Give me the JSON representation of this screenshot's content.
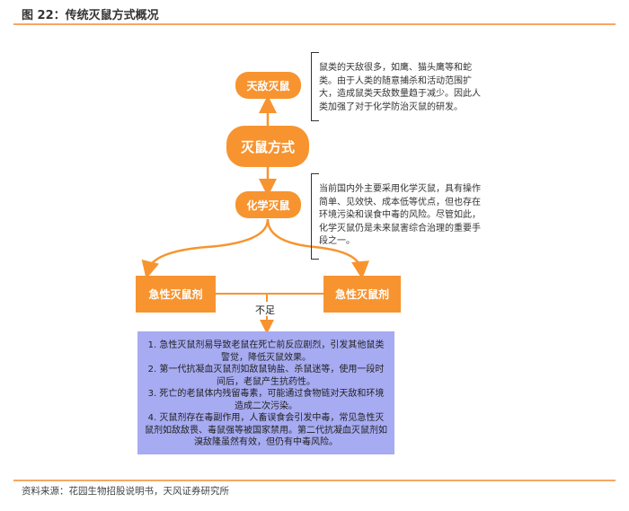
{
  "title": "图 22：传统灭鼠方式概况",
  "center": "灭鼠方式",
  "natural": {
    "label": "天敌灭鼠",
    "note": "鼠类的天敌很多，如鹰、猫头鹰等和蛇类。由于人类的随意捕杀和活动范围扩大，造成鼠类天敌数量趋于减少。因此人类加强了对于化学防治灭鼠的研发。"
  },
  "chemical": {
    "label": "化学灭鼠",
    "note": "当前国内外主要采用化学灭鼠，具有操作简单、见效快、成本低等优点，但也存在环境污染和误食中毒的风险。尽管如此，化学灭鼠仍是未来鼠害综合治理的重要手段之一。"
  },
  "boxes": [
    "急性灭鼠剂",
    "急性灭鼠剂"
  ],
  "shortfall_label": "不足",
  "problems": [
    "1. 急性灭鼠剂易导致老鼠在死亡前反应剧烈，引发其他鼠类警觉，降低灭鼠效果。",
    "2. 第一代抗凝血灭鼠剂如敌鼠钠盐、杀鼠迷等，使用一段时间后，老鼠产生抗药性。",
    "3. 死亡的老鼠体内残留毒素，可能通过食物链对天敌和环境造成二次污染。",
    "4. 灭鼠剂存在毒副作用，人畜误食会引发中毒，常见急性灭鼠剂如敌敌畏、毒鼠强等被国家禁用。第二代抗凝血灭鼠剂如溴敌隆虽然有效，但仍有中毒风险。"
  ],
  "source": "资料来源：花园生物招股说明书，天风证券研究所",
  "colors": {
    "accent": "#F7942F",
    "problem_bg": "#A7ABF2"
  }
}
